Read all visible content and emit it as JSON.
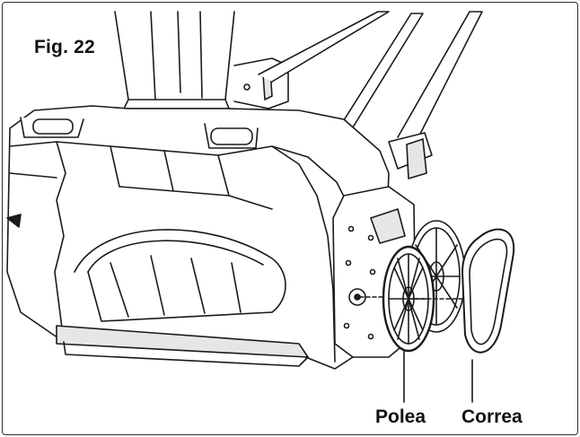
{
  "figure": {
    "label": "Fig. 22"
  },
  "callouts": {
    "pulley": "Polea",
    "belt": "Correa"
  },
  "colors": {
    "line": "#1a1a1a",
    "fill": "#ffffff",
    "shade": "#e6e6e6",
    "frame": "#2b2b2b"
  }
}
